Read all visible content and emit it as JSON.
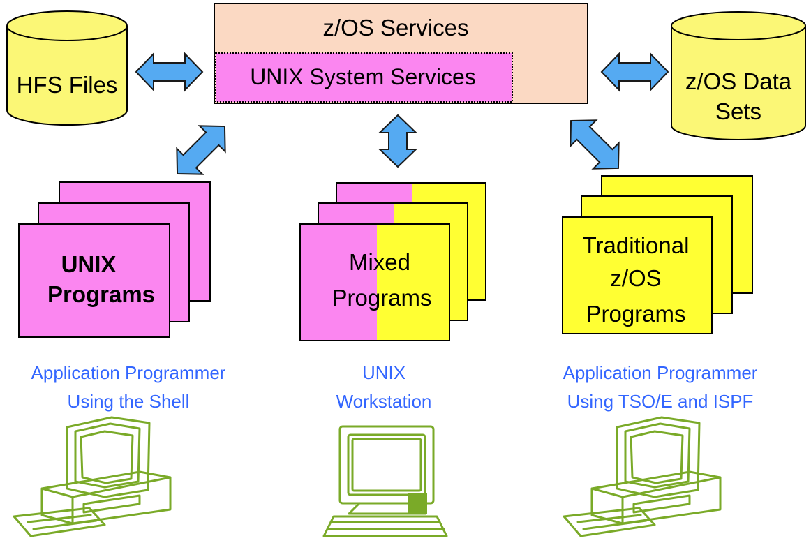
{
  "zos_services": {
    "label": "z/OS Services",
    "fill": "#fbd9c3"
  },
  "unix_system_services": {
    "label": "UNIX System Services",
    "fill": "#fb86f0"
  },
  "hfs_files": {
    "label": "HFS Files",
    "fill": "#fbf776"
  },
  "zos_data_sets": {
    "line1": "z/OS  Data",
    "line2": "Sets",
    "fill": "#fbf776"
  },
  "programs": {
    "unix": {
      "line1": "UNIX",
      "line2": "Programs",
      "fill": "#fb86f0"
    },
    "mixed": {
      "line1": "Mixed",
      "line2": "Programs",
      "fill_left": "#fb86f0",
      "fill_right": "#ffff33"
    },
    "traditional": {
      "line1": "Traditional",
      "line2": "z/OS",
      "line3": "Programs",
      "fill": "#ffff33"
    }
  },
  "captions": {
    "left": {
      "line1": "Application Programmer",
      "line2": "Using the Shell"
    },
    "center": {
      "line1": "UNIX",
      "line2": "Workstation"
    },
    "right": {
      "line1": "Application Programmer",
      "line2": "Using TSO/E and ISPF"
    }
  },
  "icons": {
    "arrows": "double-headed-arrow-icon",
    "left_computer": "desktop-computer-icon",
    "center_computer": "workstation-icon",
    "right_computer": "desktop-computer-icon"
  },
  "colors": {
    "arrow": "#55aaf2",
    "caption": "#3366ff",
    "computer": "#7aaa28"
  }
}
